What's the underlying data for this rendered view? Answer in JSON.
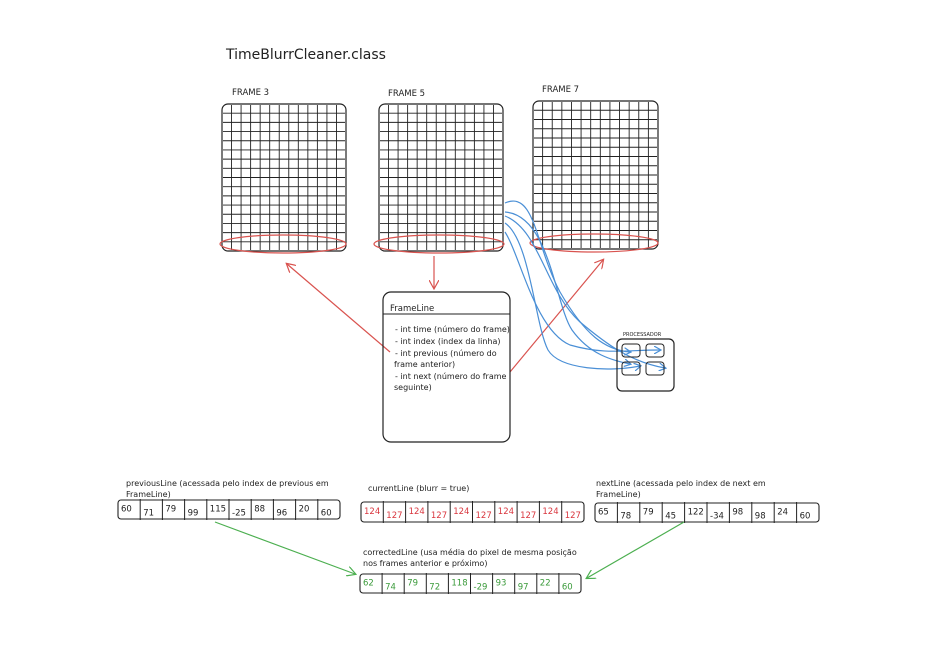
{
  "title": "TimeBlurrCleaner.class",
  "frames": [
    {
      "label": "FRAME 3"
    },
    {
      "label": "FRAME 5"
    },
    {
      "label": "FRAME 7"
    }
  ],
  "frameline": {
    "title": "FrameLine",
    "fields": [
      "- int time (número do frame)",
      "- int index (index da linha)",
      "- int previous (número do",
      "frame anterior)",
      "- int next (número do frame",
      "seguinte)"
    ]
  },
  "processor": {
    "label": "PROCESSADOR"
  },
  "previous_line": {
    "caption": [
      "previousLine (acessada pelo index de previous em",
      "FrameLine)"
    ],
    "values": [
      "60",
      "71",
      "79",
      "99",
      "115",
      "-25",
      "88",
      "96",
      "20",
      "60"
    ]
  },
  "current_line": {
    "caption": [
      "currentLine (blurr = true)"
    ],
    "values": [
      "124",
      "127",
      "124",
      "127",
      "124",
      "127",
      "124",
      "127",
      "124",
      "127"
    ]
  },
  "next_line": {
    "caption": [
      "nextLine (acessada pelo index de next em",
      "FrameLine)"
    ],
    "values": [
      "65",
      "78",
      "79",
      "45",
      "122",
      "-34",
      "98",
      "98",
      "24",
      "60"
    ]
  },
  "corrected_line": {
    "caption": [
      "correctedLine (usa média do pixel de mesma posição",
      "nos frames anterior e próximo)"
    ],
    "values": [
      "62",
      "74",
      "79",
      "72",
      "118",
      "-29",
      "93",
      "97",
      "22",
      "60"
    ]
  },
  "colors": {
    "ink": "#222222",
    "red": "#d9534f",
    "blue": "#4a8fd6",
    "green": "#4caf50",
    "current_values": "#d9363e",
    "corrected_values": "#3a9a3a"
  }
}
